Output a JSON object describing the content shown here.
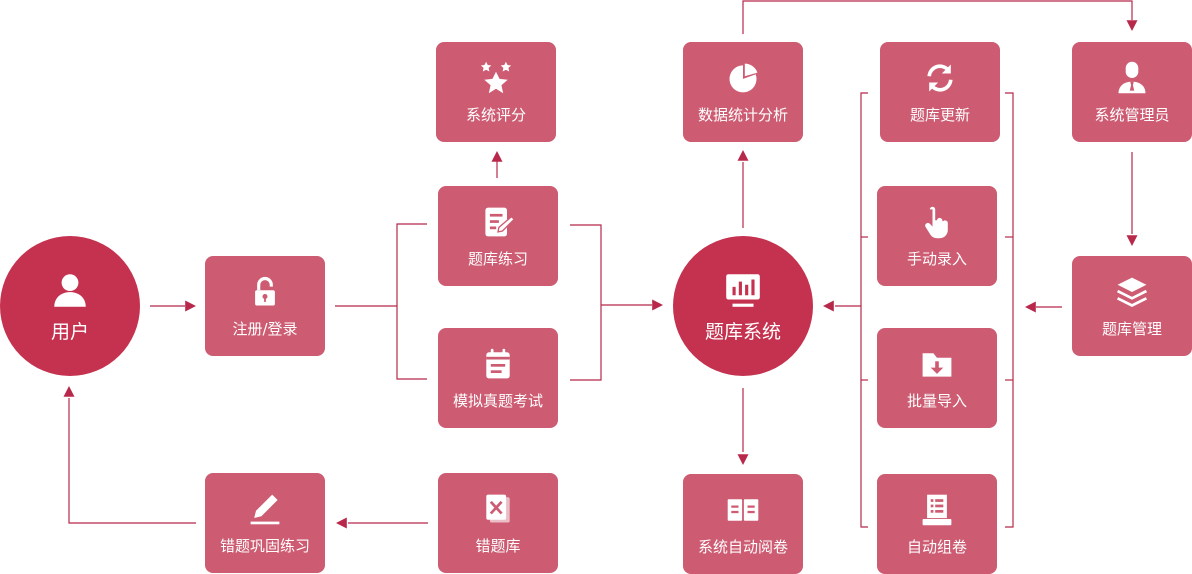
{
  "nodes": {
    "user": {
      "label": "用户",
      "icon": "user-icon"
    },
    "register": {
      "label": "注册/登录",
      "icon": "unlock-icon"
    },
    "rating": {
      "label": "系统评分",
      "icon": "stars-icon"
    },
    "practice": {
      "label": "题库练习",
      "icon": "edit-doc-icon"
    },
    "mock_exam": {
      "label": "模拟真题考试",
      "icon": "calendar-icon"
    },
    "bank_system": {
      "label": "题库系统",
      "icon": "monitor-chart-icon"
    },
    "stats": {
      "label": "数据统计分析",
      "icon": "pie-chart-icon"
    },
    "auto_grading": {
      "label": "系统自动阅卷",
      "icon": "book-icon"
    },
    "bank_update": {
      "label": "题库更新",
      "icon": "refresh-icon"
    },
    "manual_entry": {
      "label": "手动录入",
      "icon": "tap-hand-icon"
    },
    "batch_import": {
      "label": "批量导入",
      "icon": "folder-download-icon"
    },
    "auto_compose": {
      "label": "自动组卷",
      "icon": "printer-list-icon"
    },
    "admin": {
      "label": "系统管理员",
      "icon": "admin-icon"
    },
    "bank_manage": {
      "label": "题库管理",
      "icon": "layers-icon"
    },
    "wrong_bank": {
      "label": "错题库",
      "icon": "wrong-book-icon"
    },
    "wrong_practice": {
      "label": "错题巩固练习",
      "icon": "pen-icon"
    }
  },
  "colors": {
    "node": "#cd5b72",
    "hub": "#c4324f",
    "line": "#b8284a",
    "text": "#ffffff"
  }
}
